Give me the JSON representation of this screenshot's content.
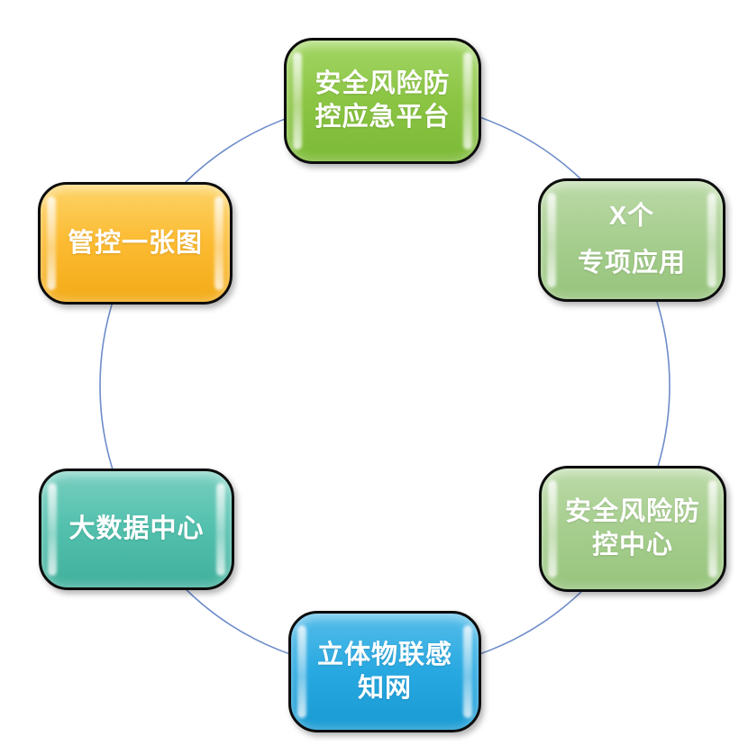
{
  "diagram": {
    "type": "cycle-diagram",
    "background": "#ffffff",
    "ring": {
      "color": "#6d8cc9"
    },
    "nodes": [
      {
        "id": "emergency-platform",
        "label": "安全风险防\n控应急平台",
        "fill": "#8cc544",
        "fill_light": "#a3d766",
        "fill_dark": "#7cba36",
        "text_color": "#ffffff"
      },
      {
        "id": "special-apps",
        "label": "X个\n专项应用",
        "fill": "#a7ce8f",
        "fill_light": "#bcdaa8",
        "fill_dark": "#97c47d",
        "text_color": "#ffffff"
      },
      {
        "id": "risk-control-center",
        "label": "安全风险防\n控中心",
        "fill": "#a7ce8f",
        "fill_light": "#bcdaa8",
        "fill_dark": "#97c47d",
        "text_color": "#ffffff"
      },
      {
        "id": "iot-sensing-network",
        "label": "立体物联感\n知网",
        "fill": "#29a9e1",
        "fill_light": "#55bdea",
        "fill_dark": "#189ad3",
        "text_color": "#ffffff"
      },
      {
        "id": "big-data-center",
        "label": "大数据中心",
        "fill": "#52c0ad",
        "fill_light": "#79cfc0",
        "fill_dark": "#41b09c",
        "text_color": "#ffffff"
      },
      {
        "id": "control-one-map",
        "label": "管控一张图",
        "fill": "#fcbb33",
        "fill_light": "#fdd468",
        "fill_dark": "#f3ab17",
        "text_color": "#ffffff"
      }
    ]
  }
}
